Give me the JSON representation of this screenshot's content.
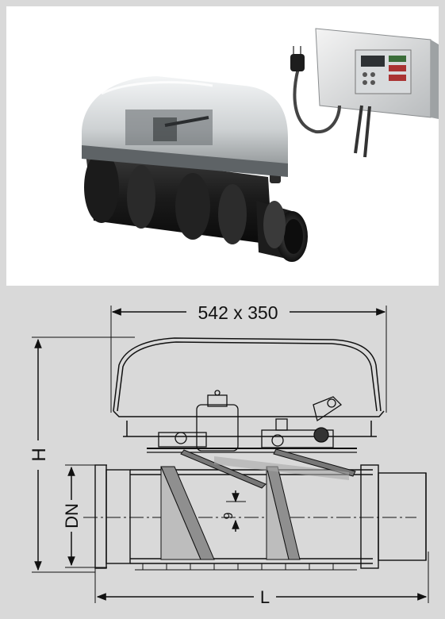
{
  "dimensions": {
    "width_depth": "542 x 350",
    "height": "H",
    "nominal_diameter": "DN",
    "offset": "9",
    "length": "L"
  }
}
